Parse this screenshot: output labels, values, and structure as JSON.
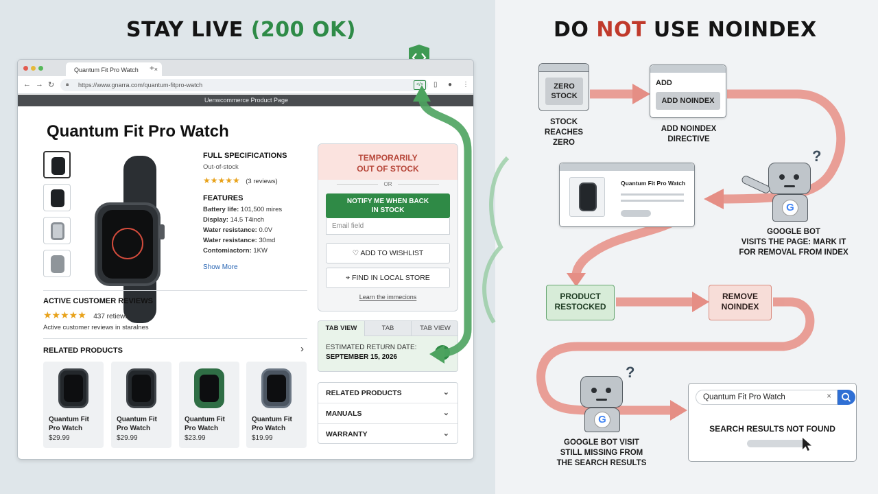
{
  "left": {
    "heading_prefix": "STAY LIVE ",
    "heading_status": "(200 OK)",
    "browser": {
      "tab_title": "Quantum Fit Pro Watch",
      "tab_close": "×",
      "new_tab": "+",
      "url": "https://www.gnarra.com/quantum-fitpro-watch",
      "page_banner": "Uenwcommerce Product Page"
    },
    "product": {
      "title": "Quantum Fit Pro Watch",
      "specs_heading": "FULL SPECIFICATIONS",
      "status": "Out-of-stock",
      "stars": "★★★★★",
      "reviews_count": "(3 reviews)",
      "features_heading": "FEATURES",
      "features": [
        {
          "label": "Battery life:",
          "value": "101,500 mires"
        },
        {
          "label": "Display:",
          "value": "14.5 T4inch"
        },
        {
          "label": "Water resistance:",
          "value": "0.0V"
        },
        {
          "label": "Water resistance:",
          "value": "30md"
        },
        {
          "label": "Contomiactorn:",
          "value": "1KW"
        }
      ],
      "show_more": "Show More"
    },
    "reviews": {
      "heading": "ACTIVE CUSTOMER REVIEWS",
      "stars": "★★★★★",
      "count": "437 retiews",
      "subtext": "Active customer reviews in staralnes"
    },
    "related": {
      "heading": "RELATED PRODUCTS",
      "arrow": "›",
      "items": [
        {
          "name": "Quantum Fit Pro Watch",
          "price": "$29.99"
        },
        {
          "name": "Quantum Fit Pro Watch",
          "price": "$29.99"
        },
        {
          "name": "Quantum Fit Pro Watch",
          "price": "$23.99"
        },
        {
          "name": "Quantum Fit Pro Watch",
          "price": "$19.99"
        }
      ]
    },
    "stock_panel": {
      "title_line1": "TEMPORARILY",
      "title_line2": "OUT OF STOCK",
      "or": "OR",
      "notify_line1": "NOTIFY ME WHEN BACK",
      "notify_line2": "IN STOCK",
      "email_placeholder": "Email field",
      "wishlist": "ADD TO WISHLIST",
      "local_store": "FIND IN LOCAL STORE",
      "learn": "Learn the immecions"
    },
    "tabs_panel": {
      "tabs": [
        "TAB VIEW",
        "TAB",
        "TAB VIEW"
      ],
      "return_label": "ESTIMATED RETURN DATE:",
      "return_date": "SEPTEMBER 15, 2026",
      "check": "✓"
    },
    "accordion": [
      {
        "label": "RELATED PRODUCTS"
      },
      {
        "label": "MANUALS"
      },
      {
        "label": "WARRANTY"
      }
    ]
  },
  "right": {
    "heading_prefix": "DO ",
    "heading_not": "NOT",
    "heading_suffix": " USE NOINDEX",
    "zero_stock_line1": "ZERO",
    "zero_stock_line2": "STOCK",
    "stock_reaches": [
      "STOCK",
      "REACHES",
      "ZERO"
    ],
    "add_window_label": "ADD",
    "add_noindex_button": "ADD NOINDEX",
    "add_noindex_directive": [
      "ADD NOINDEX",
      "DIRECTIVE"
    ],
    "page_card_title": "Quantum Fit Pro Watch",
    "bot1_caption": [
      "GOOGLE BOT",
      "VISITS THE PAGE: MARK IT",
      "FOR REMOVAL FROM INDEX"
    ],
    "restocked": [
      "PRODUCT",
      "RESTOCKED"
    ],
    "remove_noindex": [
      "REMOVE",
      "NOINDEX"
    ],
    "bot2_caption": [
      "GOOGLE BOT VISIT",
      "STILL MISSING FROM",
      "THE SEARCH RESULTS"
    ],
    "search_query": "Quantum Fit Pro Watch",
    "search_clear": "×",
    "search_result": "SEARCH RESULTS NOT FOUND",
    "question_mark": "?",
    "google_letter": "G"
  },
  "colors": {
    "green_accent": "#2e8b47",
    "red_accent": "#c0392b",
    "flow_arrow": "#e58e85",
    "green_arrow": "#4da35f"
  },
  "icons": [
    "code-icon",
    "heart-icon",
    "pin-icon",
    "check-icon",
    "chevron-down-icon",
    "search-icon",
    "robot-icon",
    "google-icon",
    "cursor-icon"
  ]
}
